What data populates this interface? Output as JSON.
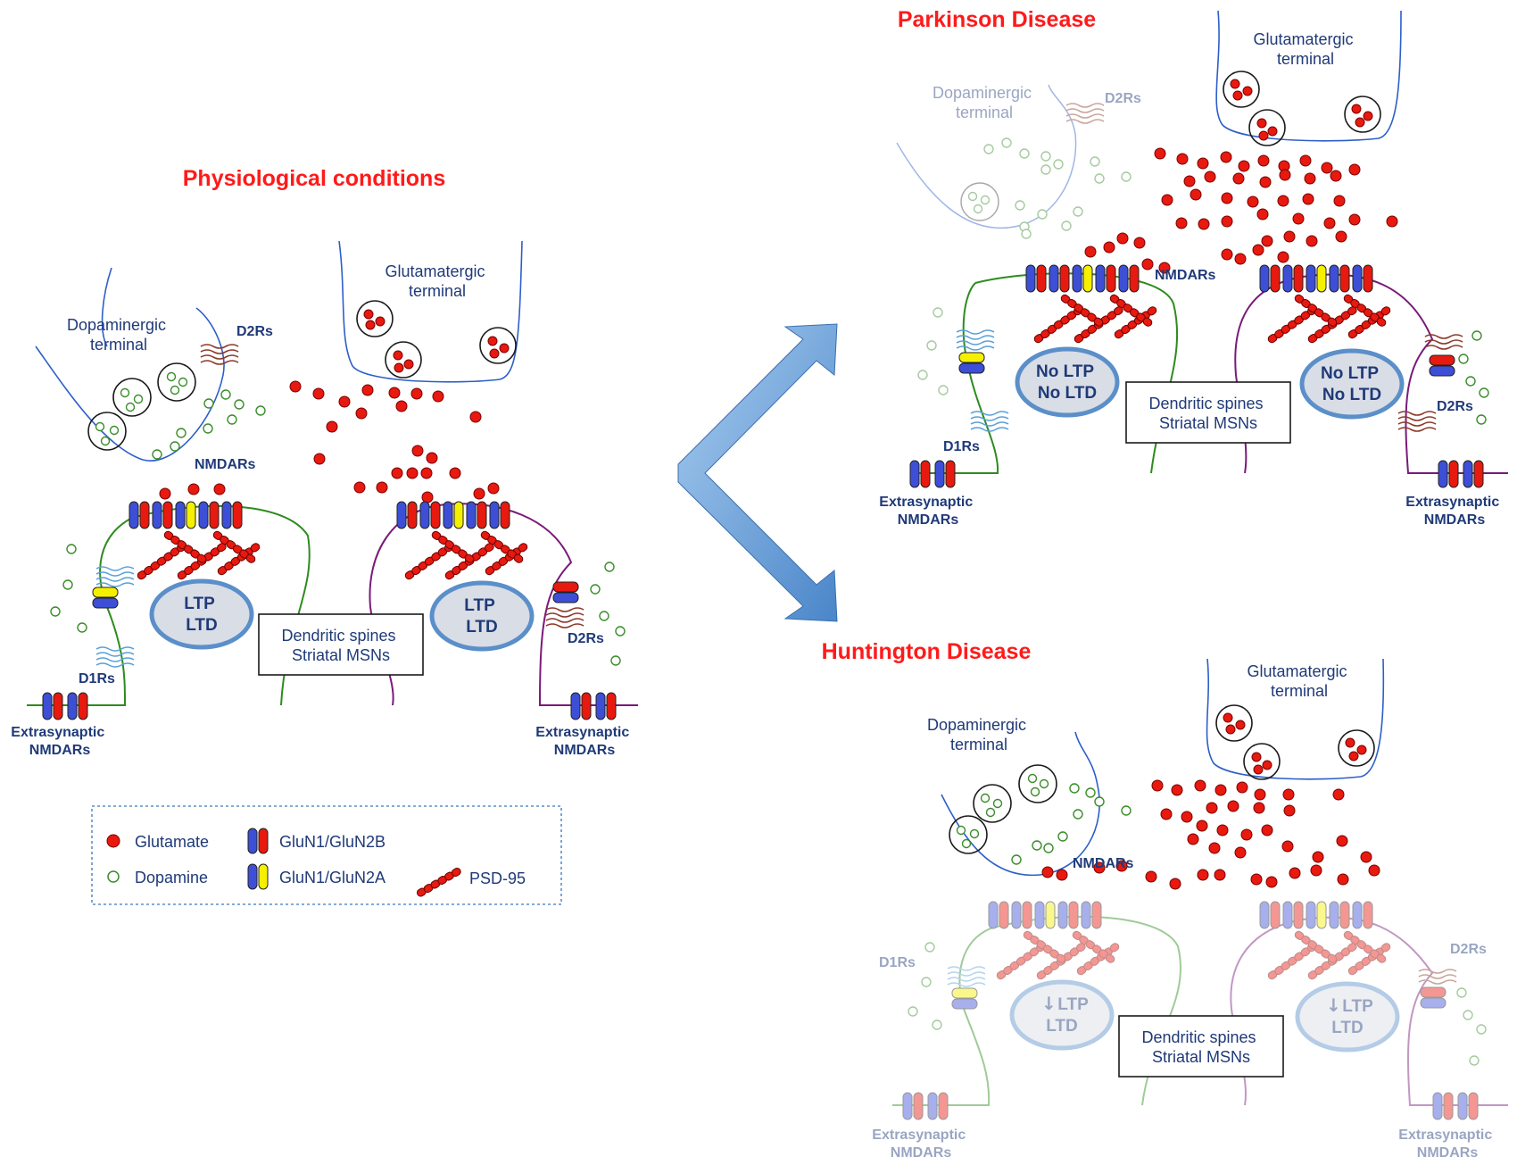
{
  "panels": {
    "physiological": {
      "title": "Physiological conditions",
      "dopaminergic_terminal": [
        "Dopaminergic",
        "terminal"
      ],
      "glutamatergic_terminal": [
        "Glutamatergic",
        "terminal"
      ],
      "d2rs_top": "D2Rs",
      "nmdars": "NMDARs",
      "oval_left": [
        "LTP",
        "LTD"
      ],
      "oval_right": [
        "LTP",
        "LTD"
      ],
      "spines_box": [
        "Dendritic spines",
        "Striatal MSNs"
      ],
      "d1rs": "D1Rs",
      "d2rs_bottom": "D2Rs",
      "extrasynaptic_left": [
        "Extrasynaptic",
        "NMDARs"
      ],
      "extrasynaptic_right": [
        "Extrasynaptic",
        "NMDARs"
      ]
    },
    "parkinson": {
      "title": "Parkinson  Disease",
      "dopaminergic_terminal": [
        "Dopaminergic",
        "terminal"
      ],
      "glutamatergic_terminal": [
        "Glutamatergic",
        "terminal"
      ],
      "d2rs_top": "D2Rs",
      "nmdars": "NMDARs",
      "oval_left": [
        "No LTP",
        "No LTD"
      ],
      "oval_right": [
        "No LTP",
        "No LTD"
      ],
      "spines_box": [
        "Dendritic spines",
        "Striatal MSNs"
      ],
      "d1rs": "D1Rs",
      "d2rs_bottom": "D2Rs",
      "extrasynaptic_left": [
        "Extrasynaptic",
        "NMDARs"
      ],
      "extrasynaptic_right": [
        "Extrasynaptic",
        "NMDARs"
      ]
    },
    "huntington": {
      "title": "Huntington Disease",
      "dopaminergic_terminal": [
        "Dopaminergic",
        "terminal"
      ],
      "glutamatergic_terminal": [
        "Glutamatergic",
        "terminal"
      ],
      "nmdars": "NMDARs",
      "oval_left": [
        "LTP",
        "LTD"
      ],
      "oval_right": [
        "LTP",
        "LTD"
      ],
      "spines_box": [
        "Dendritic spines",
        "Striatal MSNs"
      ],
      "d1rs": "D1Rs",
      "d2rs": "D2Rs",
      "extrasynaptic_left": [
        "Extrasynaptic",
        "NMDARs"
      ],
      "extrasynaptic_right": [
        "Extrasynaptic",
        "NMDARs"
      ]
    }
  },
  "legend": {
    "glutamate": "Glutamate",
    "dopamine": "Dopamine",
    "glun2b": "GluN1/GluN2B",
    "glun2a": "GluN1/GluN2A",
    "psd95": "PSD-95"
  },
  "colors": {
    "title": "#ff1a1a",
    "label": "#1f3a78",
    "glutamate": "#e8190f",
    "dopamine_ring": "#6aa84f",
    "glun1_blue": "#3d4fd6",
    "glun2b_red": "#e8190f",
    "glun2a_yellow": "#f5f000",
    "terminal_line": "#2c5fc9",
    "spine_green": "#2e8b1f",
    "spine_purple": "#7a1a7a",
    "oval_stroke": "#5b8fc9",
    "oval_fill": "#d9dde6",
    "arrow": "#6ea4db"
  }
}
